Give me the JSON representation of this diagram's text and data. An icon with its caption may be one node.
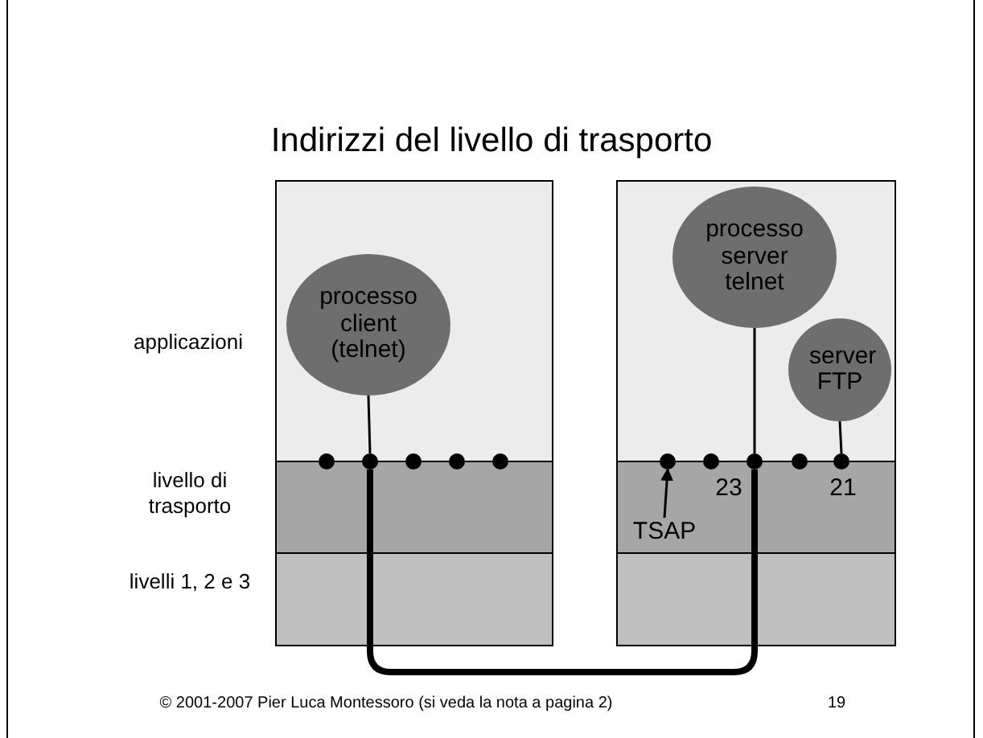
{
  "diagram": {
    "title": "Indirizzi del livello di trasporto",
    "nodes": [
      {
        "text": [],
        "shape": "box"
      },
      {
        "text": [],
        "shape": "box"
      },
      {
        "text": [
          "processo client (telnet)"
        ],
        "in": 0
      },
      {
        "text": [
          "processo server telnet"
        ],
        "in": 1
      },
      {
        "text": [
          "server FTP"
        ],
        "in": 1
      },
      {
        "text": [],
        "shape": "circle",
        "in": 0
      },
      {
        "text": [],
        "shape": "circle",
        "in": 0
      },
      {
        "text": [],
        "shape": "circle",
        "in": 0
      },
      {
        "text": [],
        "shape": "circle",
        "in": 0
      },
      {
        "text": [],
        "shape": "circle",
        "in": 0
      },
      {
        "text": [],
        "shape": "circle",
        "in": 1
      },
      {
        "text": [],
        "shape": "circle",
        "in": 1
      },
      {
        "text": [],
        "shape": "circle",
        "in": 1,
        "beside": [
          "23"
        ]
      },
      {
        "text": [],
        "shape": "circle",
        "in": 1
      },
      {
        "text": [],
        "shape": "circle",
        "in": 1,
        "beside": [
          "21"
        ]
      },
      {
        "text": [
          "TSAP"
        ],
        "in": 1
      }
    ],
    "edges": [
      {
        "from": 2,
        "to": 6,
        "arrow": "none"
      },
      {
        "from": 3,
        "to": 12,
        "arrow": "none"
      },
      {
        "from": 4,
        "to": 14,
        "arrow": "none"
      },
      {
        "from": 6,
        "to": 12,
        "arrow": "none",
        "style": "thick"
      },
      {
        "from": 15,
        "to": 10,
        "arrow": "to"
      }
    ],
    "labels": [
      "applicazioni",
      "livello di trasporto",
      "livelli 1, 2 e 3",
      "© 2001-2007 Pier Luca Montessoro (si veda la nota a pagina 2)",
      "19"
    ]
  }
}
